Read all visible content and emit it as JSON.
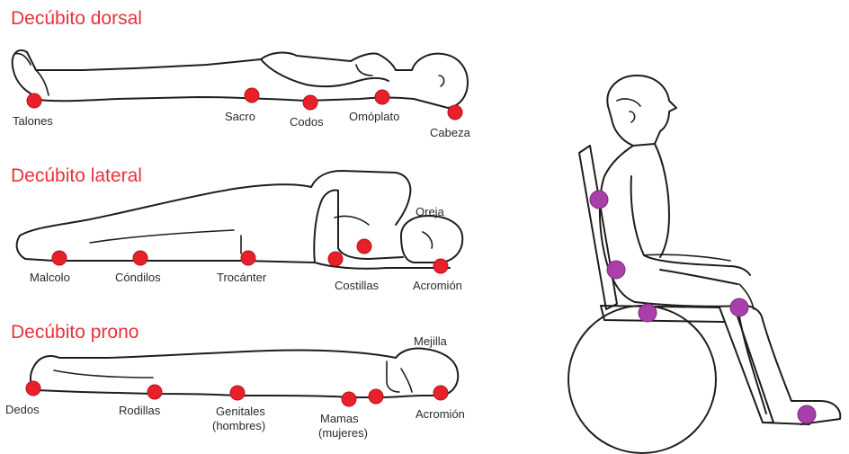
{
  "sections": [
    {
      "title": "Decúbito dorsal",
      "labels": [
        "Talones",
        "Sacro",
        "Codos",
        "Omóplato",
        "Cabeza"
      ]
    },
    {
      "title": "Decúbito lateral",
      "labels": [
        "Oreja",
        "Malcolo",
        "Cóndilos",
        "Trocánter",
        "Costillas",
        "Acromión"
      ]
    },
    {
      "title": "Decúbito prono",
      "labels": [
        "Mejilla",
        "Dedos",
        "Rodillas",
        "Genitales",
        "(hombres)",
        "Mamas",
        "(mujeres)",
        "Acromión"
      ]
    }
  ],
  "colors": {
    "title": "#e8323c",
    "pressure_point_lying": "#e8202a",
    "pressure_point_seated": "#a93fa8",
    "outline": "#1e1e1e"
  }
}
